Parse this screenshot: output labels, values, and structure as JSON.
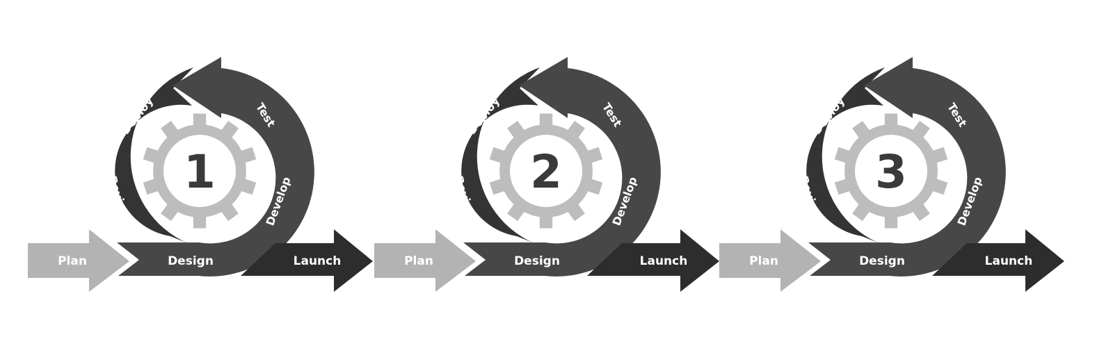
{
  "colors": {
    "plan": "#b3b3b3",
    "design": "#3c3c3c",
    "launch": "#2d2d2d",
    "arc_left": "#343434",
    "arc_right": "#474747",
    "gear": "#bdbdbd",
    "gear_center": "#ffffff",
    "number": "#3a3a3a"
  },
  "cycles": [
    {
      "number": "1",
      "plan": "Plan",
      "design": "Design",
      "launch": "Launch",
      "review": "Review",
      "deploy": "Deploy",
      "test": "Test",
      "develop": "Develop"
    },
    {
      "number": "2",
      "plan": "Plan",
      "design": "Design",
      "launch": "Launch",
      "review": "Review",
      "deploy": "Deploy",
      "test": "Test",
      "develop": "Develop"
    },
    {
      "number": "3",
      "plan": "Plan",
      "design": "Design",
      "launch": "Launch",
      "review": "Review",
      "deploy": "Deploy",
      "test": "Test",
      "develop": "Develop"
    }
  ]
}
